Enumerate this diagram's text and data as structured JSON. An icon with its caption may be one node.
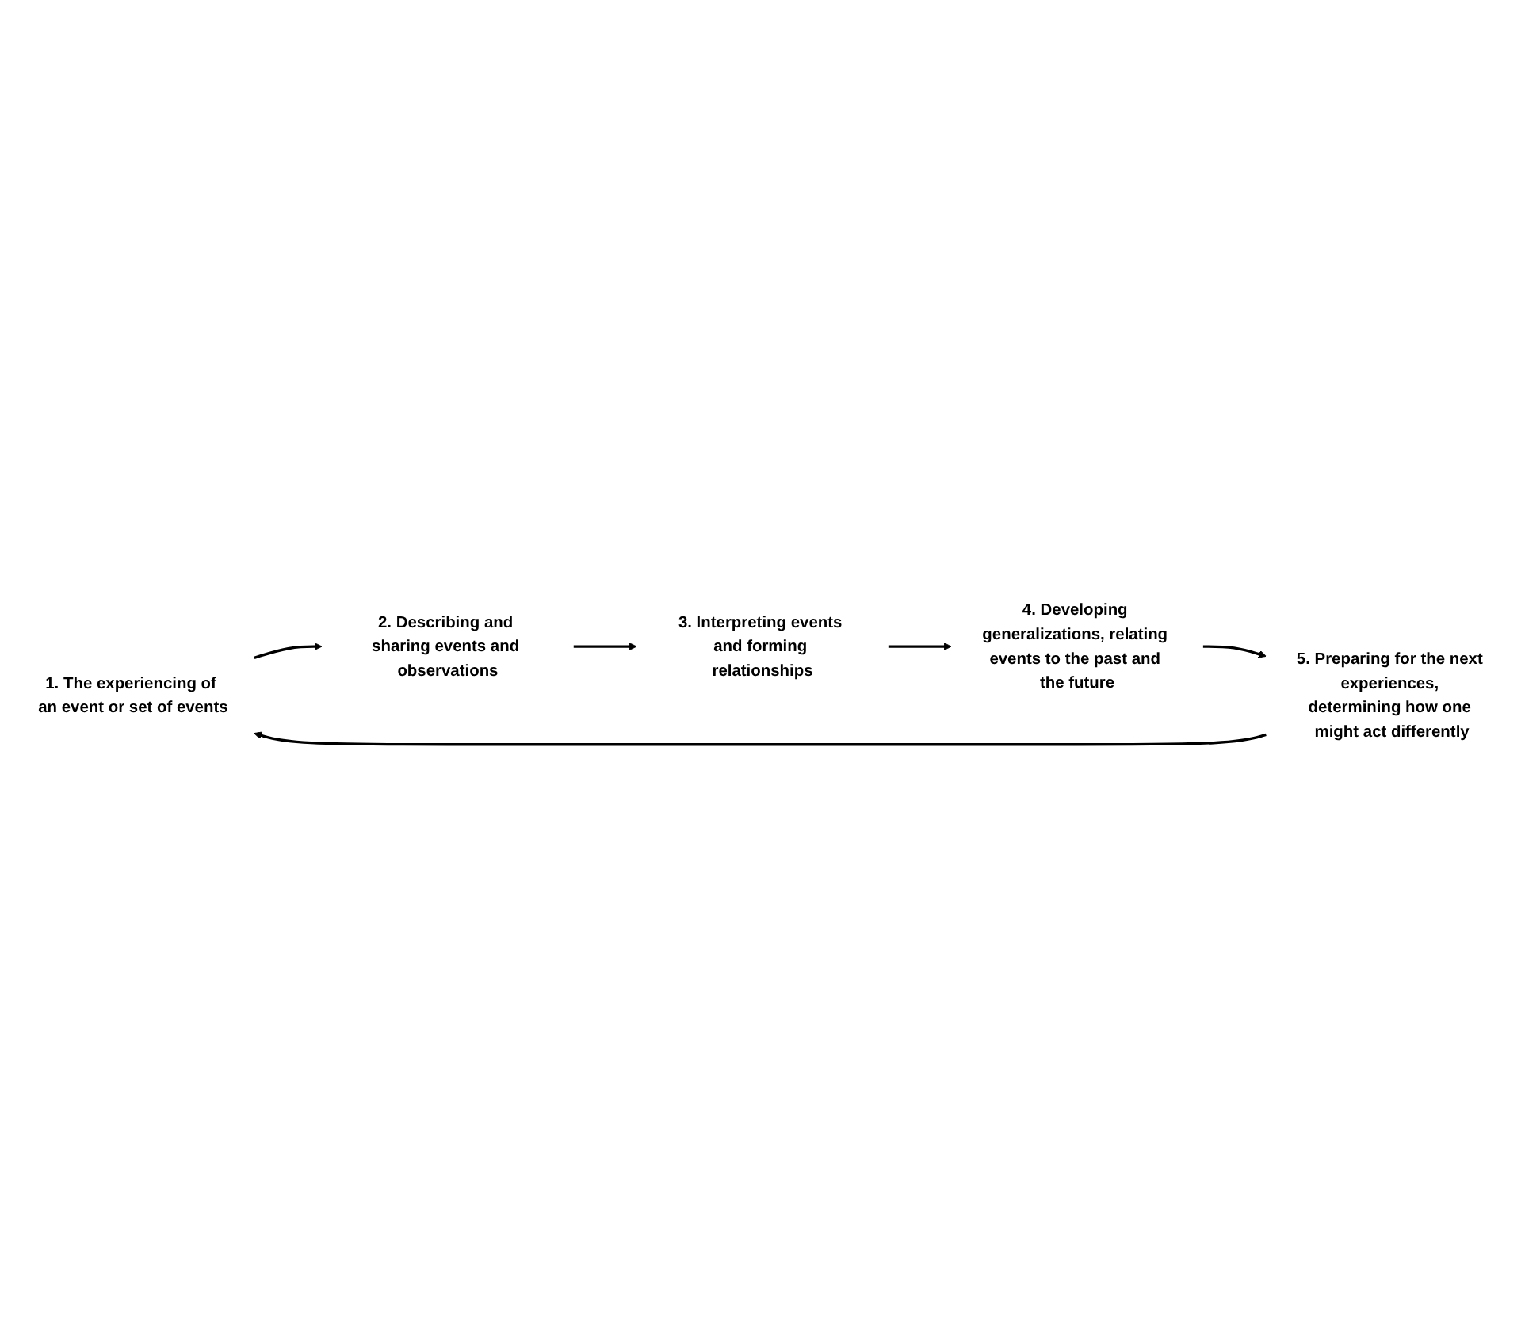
{
  "diagram": {
    "nodes": [
      {
        "text": [
          "1. The experiencing of an event or set of events"
        ]
      },
      {
        "text": [
          "2. Describing and sharing events and observations"
        ]
      },
      {
        "text": [
          "3. Interpreting events and forming relationships"
        ]
      },
      {
        "text": [
          "4. Developing generalizations, relating events to the past and the future"
        ]
      },
      {
        "text": [
          "5. Preparing for the next experiences, determining how one might act differently"
        ]
      }
    ],
    "edges": [
      {
        "from": 0,
        "to": 1,
        "arrow": "to"
      },
      {
        "from": 1,
        "to": 2,
        "arrow": "to"
      },
      {
        "from": 2,
        "to": 3,
        "arrow": "to"
      },
      {
        "from": 3,
        "to": 4,
        "arrow": "to"
      },
      {
        "from": 4,
        "to": 0,
        "arrow": "to"
      }
    ]
  }
}
